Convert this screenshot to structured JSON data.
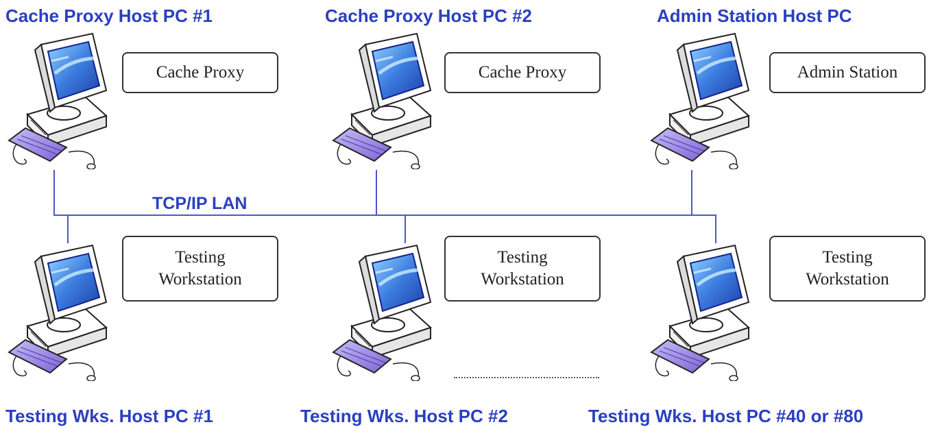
{
  "hosts": [
    {
      "title": "Cache Proxy Host PC #1",
      "role_lines": [
        "Cache Proxy"
      ],
      "icon": "desktop-computer-icon"
    },
    {
      "title": "Cache Proxy Host PC #2",
      "role_lines": [
        "Cache Proxy"
      ],
      "icon": "desktop-computer-icon"
    },
    {
      "title": "Admin Station Host PC",
      "role_lines": [
        "Admin Station"
      ],
      "icon": "desktop-computer-icon"
    },
    {
      "title": "Testing Wks. Host PC #1",
      "role_lines": [
        "Testing",
        "Workstation"
      ],
      "icon": "desktop-computer-icon"
    },
    {
      "title": "Testing Wks. Host PC #2",
      "role_lines": [
        "Testing",
        "Workstation"
      ],
      "icon": "desktop-computer-icon"
    },
    {
      "title": "Testing Wks. Host PC #40 or #80",
      "role_lines": [
        "Testing",
        "Workstation"
      ],
      "icon": "desktop-computer-icon"
    }
  ],
  "network": {
    "label": "TCP/IP LAN"
  },
  "colors": {
    "label_blue": "#2b3fc0",
    "wire": "#4a57c8",
    "screen": "#3d7de0",
    "keyboard": "#8f7be0"
  }
}
